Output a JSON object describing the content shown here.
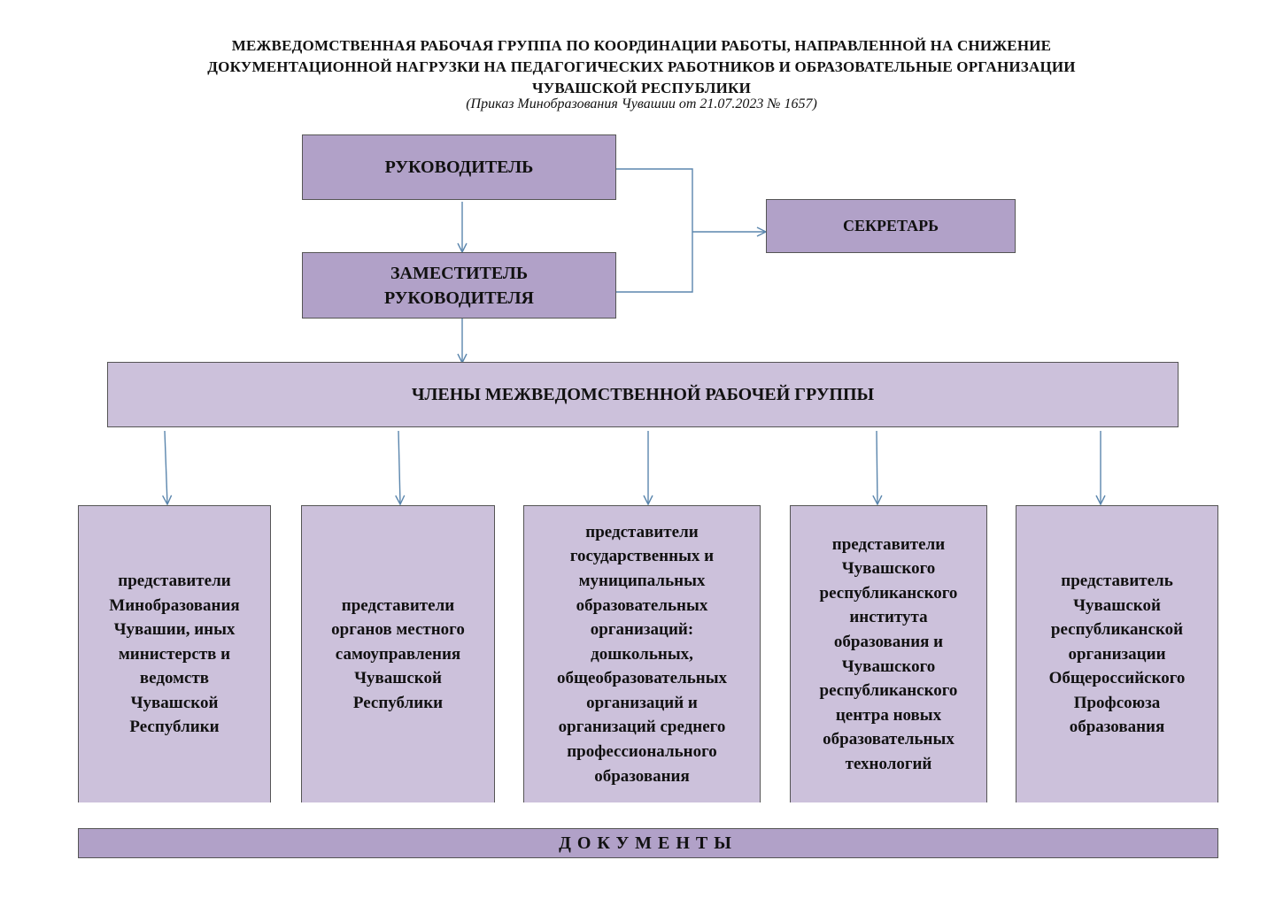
{
  "header": {
    "title_line1": "МЕЖВЕДОМСТВЕННАЯ РАБОЧАЯ ГРУППА ПО КООРДИНАЦИИ  РАБОТЫ, НАПРАВЛЕННОЙ НА СНИЖЕНИЕ",
    "title_line2": "ДОКУМЕНТАЦИОННОЙ НАГРУЗКИ НА ПЕДАГОГИЧЕСКИХ РАБОТНИКОВ И ОБРАЗОВАТЕЛЬНЫЕ ОРГАНИЗАЦИИ",
    "title_line3": "ЧУВАШСКОЙ РЕСПУБЛИКИ",
    "subtitle": "(Приказ Минобразования Чувашии от 21.07.2023 № 1657)"
  },
  "nodes": {
    "head": "РУКОВОДИТЕЛЬ",
    "secretary": "СЕКРЕТАРЬ",
    "deputy_line1": "ЗАМЕСТИТЕЛЬ",
    "deputy_line2": "РУКОВОДИТЕЛЯ",
    "members": "ЧЛЕНЫ МЕЖВЕДОМСТВЕННОЙ РАБОЧЕЙ ГРУППЫ",
    "documents": "ДОКУМЕНТЫ"
  },
  "representatives": [
    {
      "lines": [
        "представители",
        "Минобразования",
        "Чувашии, иных",
        "министерств и",
        "ведомств",
        "Чувашской",
        "Республики"
      ]
    },
    {
      "lines": [
        "представители",
        "органов местного",
        "самоуправления",
        "Чувашской",
        "Республики"
      ]
    },
    {
      "lines": [
        "представители",
        "государственных и",
        "муниципальных",
        "образовательных",
        "организаций:",
        "дошкольных,",
        "общеобразовательных",
        "организаций и",
        "организаций среднего",
        "профессионального",
        "образования"
      ]
    },
    {
      "lines": [
        "представители",
        "Чувашского",
        "республиканского",
        "института",
        "образования и",
        "Чувашского",
        "республиканского",
        "центра новых",
        "образовательных",
        "технологий"
      ]
    },
    {
      "lines": [
        "представитель",
        "Чувашской",
        "республиканской",
        "организации",
        "Общероссийского",
        "Профсоюза",
        "образования"
      ]
    }
  ],
  "colors": {
    "dark_box": "#b1a1c8",
    "light_box": "#ccc1db",
    "connector": "#5b86ad"
  }
}
